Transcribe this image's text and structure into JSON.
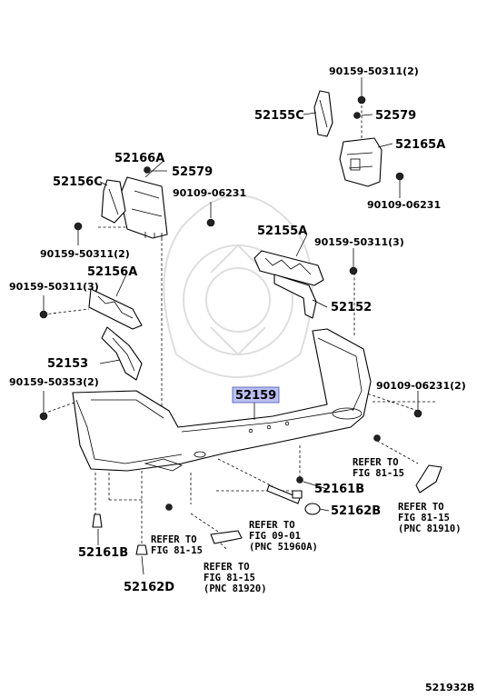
{
  "labels": {
    "p90159_50311_top": "90159-50311(2)",
    "p52155C": "52155C",
    "p52579_right": "52579",
    "p52165A": "52165A",
    "p90109_06231_right": "90109-06231",
    "p52166A": "52166A",
    "p52156C": "52156C",
    "p52579_left": "52579",
    "p90109_06231_left": "90109-06231",
    "p90159_50311_left2": "90159-50311(2)",
    "p52155A": "52155A",
    "p90159_50311_3_right": "90159-50311(3)",
    "p52156A": "52156A",
    "p90159_50311_3_left": "90159-50311(3)",
    "p52152": "52152",
    "p52153": "52153",
    "p90159_50353": "90159-50353(2)",
    "p52159": "52159",
    "p90109_06231_2": "90109-06231(2)",
    "p52161B_mid": "52161B",
    "p52162B": "52162B",
    "p52161B_left": "52161B",
    "p52162D": "52162D",
    "diagram_code": "521932B"
  },
  "refs": {
    "ref_81_15_mid": [
      "REFER TO",
      "FIG 81-15"
    ],
    "ref_81_15_right": [
      "REFER TO",
      "FIG 81-15",
      "(PNC 81910)"
    ],
    "ref_81_15_rightup": [
      "REFER TO",
      "FIG 81-15"
    ],
    "ref_09_01": [
      "REFER TO",
      "FIG 09-01",
      "(PNC 51960A)"
    ],
    "ref_81_15_bottom": [
      "REFER TO",
      "FIG 81-15",
      "(PNC 81920)"
    ]
  },
  "colors": {
    "highlight_fill": "#b9bff0",
    "highlight_stroke": "#4a52b8"
  }
}
